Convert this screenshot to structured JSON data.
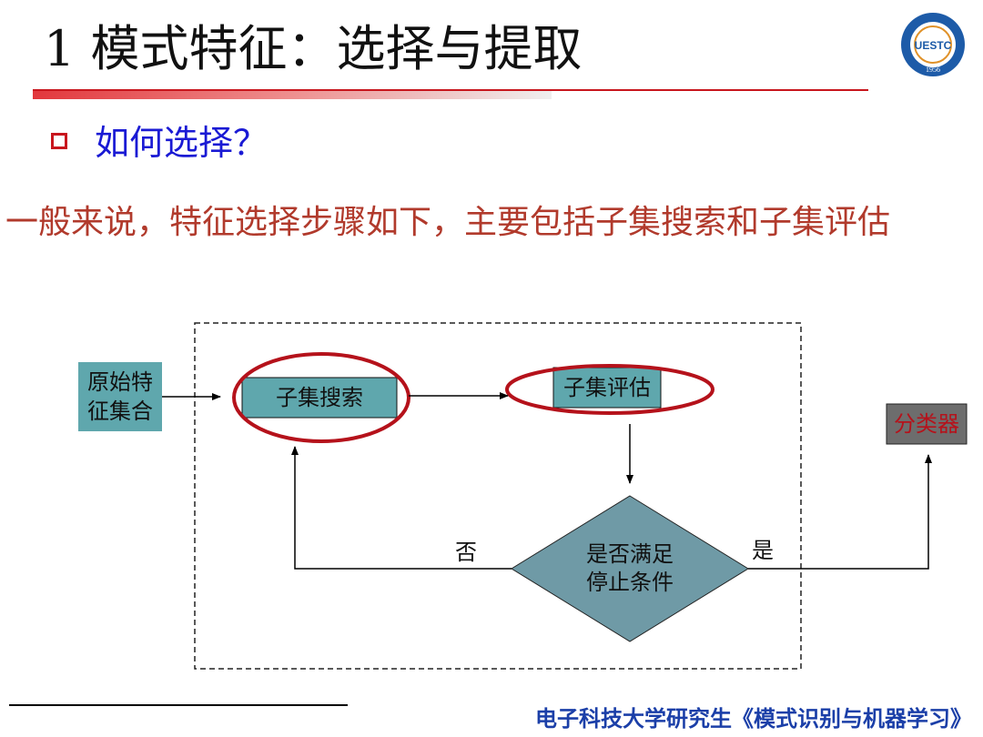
{
  "slide": {
    "title": "1 模式特征：选择与提取",
    "bullet": "如何选择？",
    "intro": "一般来说，特征选择步骤如下，主要包括子集搜索和子集评估"
  },
  "logo": {
    "text": "UESTC",
    "year": "1956"
  },
  "diagram": {
    "input_line1": "原始特",
    "input_line2": "征集合",
    "search": "子集搜索",
    "evaluate": "子集评估",
    "classifier": "分类器",
    "decision_line1": "是否满足",
    "decision_line2": "停止条件",
    "no_label": "否",
    "yes_label": "是"
  },
  "footer": "电子科技大学研究生《模式识别与机器学习》",
  "colors": {
    "title_red": "#c8161d",
    "bullet_blue": "#1a1ad4",
    "intro_text": "#b13a2c",
    "box_teal": "#5fa7ad",
    "decision_fill": "#6f9aa6",
    "classifier_fill": "#6d6d6d",
    "ellipse_red": "#b5121b",
    "footer_blue": "#1b3fa8"
  }
}
